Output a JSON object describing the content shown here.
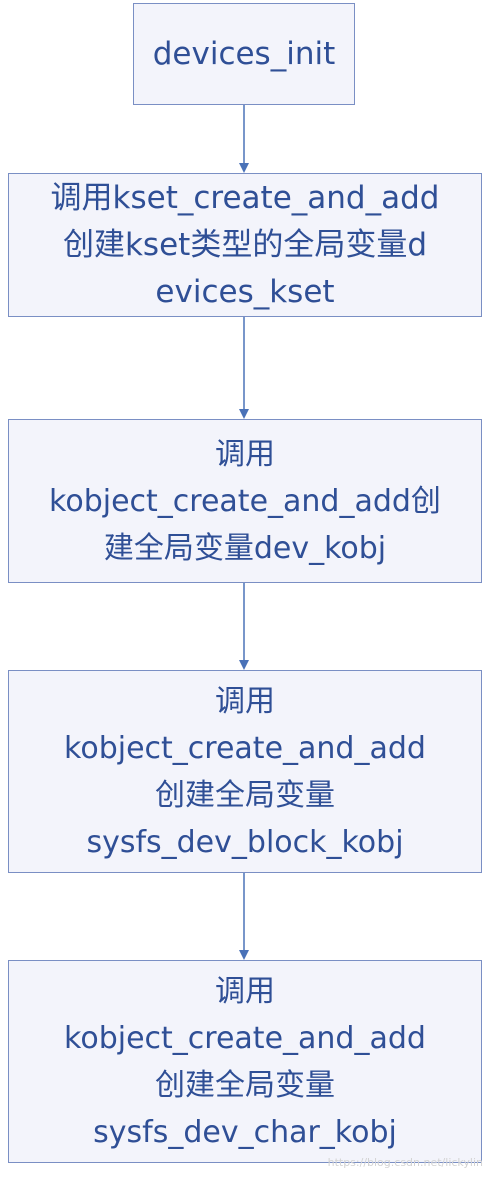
{
  "diagram": {
    "steps": [
      {
        "lines": [
          "devices_init"
        ]
      },
      {
        "lines": [
          "调用kset_create_and_add",
          "创建kset类型的全局变量d",
          "evices_kset"
        ]
      },
      {
        "lines": [
          "调用",
          "kobject_create_and_add创",
          "建全局变量dev_kobj"
        ]
      },
      {
        "lines": [
          "调用",
          "kobject_create_and_add",
          "创建全局变量",
          "sysfs_dev_block_kobj"
        ]
      },
      {
        "lines": [
          "调用",
          "kobject_create_and_add",
          "创建全局变量",
          "sysfs_dev_char_kobj"
        ]
      }
    ],
    "watermark": "https://blog.csdn.net/lickylin",
    "colors": {
      "box_fill": "#f3f4fb",
      "box_border": "#7a8fc4",
      "text": "#2f4f96",
      "arrow": "#4a72b8"
    }
  }
}
